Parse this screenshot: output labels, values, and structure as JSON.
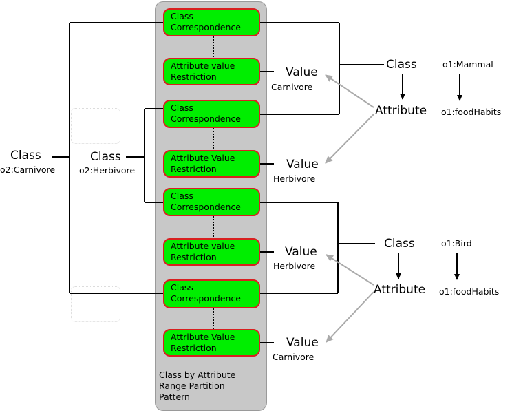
{
  "pattern": {
    "caption_lines": [
      "Class by Attribute",
      "Range Partition",
      "Pattern"
    ],
    "boxes": [
      {
        "line1": "Class",
        "line2": "Correspondence"
      },
      {
        "line1": "Attribute value",
        "line2": "Restriction"
      },
      {
        "line1": "Class",
        "line2": "Correspondence"
      },
      {
        "line1": "Attribute Value",
        "line2": "Restriction"
      },
      {
        "line1": "Class",
        "line2": "Correspondence"
      },
      {
        "line1": "Attribute value",
        "line2": "Restriction"
      },
      {
        "line1": "Class",
        "line2": "Correspondence"
      },
      {
        "line1": "Attribute Value",
        "line2": "Restriction"
      }
    ]
  },
  "left": {
    "outer": {
      "label": "Class",
      "name": "o2:Carnivore"
    },
    "inner": {
      "label": "Class",
      "name": "o2:Herbivore"
    }
  },
  "values": [
    {
      "label": "Value",
      "name": "Carnivore"
    },
    {
      "label": "Value",
      "name": "Herbivore"
    },
    {
      "label": "Value",
      "name": "Herbivore"
    },
    {
      "label": "Value",
      "name": "Carnivore"
    }
  ],
  "right": {
    "top": {
      "class_label": "Class",
      "class_name": "o1:Mammal",
      "attribute_label": "Attribute",
      "attribute_name": "o1:foodHabits"
    },
    "bottom": {
      "class_label": "Class",
      "class_name": "o1:Bird",
      "attribute_label": "Attribute",
      "attribute_name": "o1:foodHabits"
    }
  }
}
